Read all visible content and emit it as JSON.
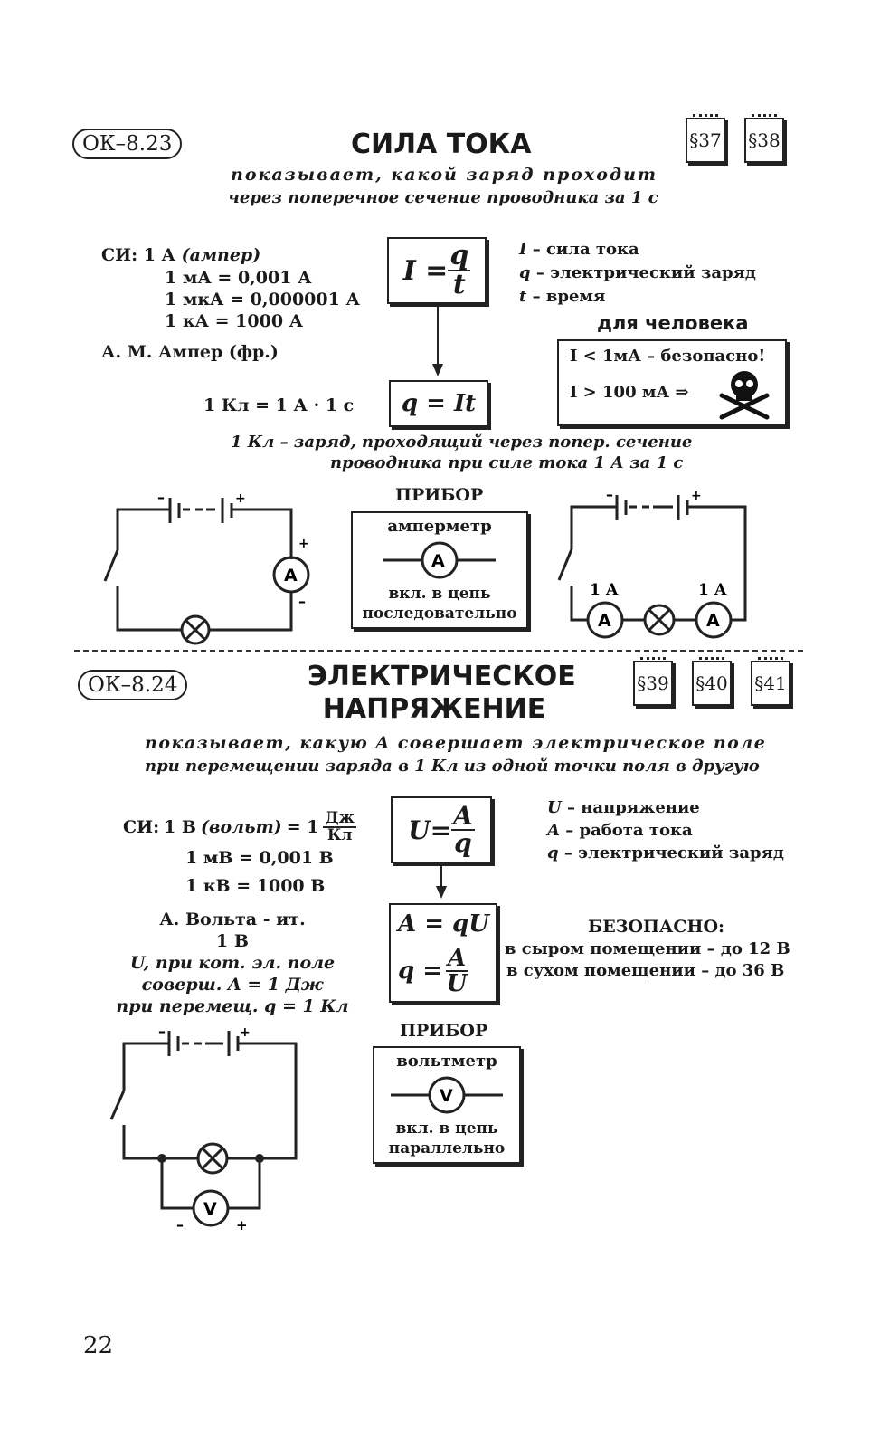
{
  "s1": {
    "code": "ОК–8.23",
    "title": "СИЛА ТОКА",
    "paragraphs": [
      "§37",
      "§38"
    ],
    "def_line1": "показывает, какой заряд проходит",
    "def_line2": "через поперечное сечение проводника за 1 с",
    "si_label": "СИ:",
    "si_unit": "1 А",
    "si_unit_name": "(ампер)",
    "conv": [
      "1 мА = 0,001 А",
      "1 мкА = 0,000001 А",
      "1 кА = 1000 А"
    ],
    "scientist": "А. М. Ампер (фр.)",
    "f_lhs": "I =",
    "f_num": "q",
    "f_den": "t",
    "legend": [
      {
        "sym": "I",
        "desc": "– сила тока"
      },
      {
        "sym": "q",
        "desc": "– электрический заряд"
      },
      {
        "sym": "t",
        "desc": "– время"
      }
    ],
    "human_label": "для человека",
    "safe_line": "I < 1мА – безопасно!",
    "danger_line": "I > 100 мА ⇒",
    "coulomb_eq": "1 Кл = 1 А · 1 с",
    "f2": "q = It",
    "coulomb_def1": "1 Кл – заряд, проходящий через попер. сечение",
    "coulomb_def2": "проводника при силе тока 1 А за 1 с",
    "device_title": "ПРИБОР",
    "device_name": "амперметр",
    "device_symbol": "A",
    "device_conn1": "вкл. в цепь",
    "device_conn2": "последовательно",
    "ammeter_reading_1": "1 А",
    "ammeter_reading_2": "1 А"
  },
  "s2": {
    "code": "ОК–8.24",
    "title_line1": "ЭЛЕКТРИЧЕСКОЕ",
    "title_line2": "НАПРЯЖЕНИЕ",
    "paragraphs": [
      "§39",
      "§40",
      "§41"
    ],
    "def_line1": "показывает, какую A совершает электрическое поле",
    "def_line2": "при перемещении заряда в 1 Кл из одной точки поля в другую",
    "si_label": "СИ:",
    "si_unit": "1 В",
    "si_unit_name": "(вольт)",
    "si_eq": "= 1",
    "si_num": "Дж",
    "si_den": "Кл",
    "conv": [
      "1 мВ = 0,001 В",
      "1 кВ = 1000 В"
    ],
    "scientist": "А. Вольта - ит.",
    "volt_def": [
      "1 В",
      "U, при кот. эл. поле",
      "соверш. A = 1 Дж",
      "при перемещ. q = 1 Кл"
    ],
    "f_lhs": "U=",
    "f_num": "A",
    "f_den": "q",
    "legend": [
      {
        "sym": "U",
        "desc": "– напряжение"
      },
      {
        "sym": "A",
        "desc": "– работа тока"
      },
      {
        "sym": "q",
        "desc": "– электрический заряд"
      }
    ],
    "f2_line1": "A = qU",
    "f2_lhs": "q =",
    "f2_num": "A",
    "f2_den": "U",
    "safe_title": "БЕЗОПАСНО:",
    "safe_damp": "в сыром помещении – до 12 В",
    "safe_dry": "в сухом помещении – до 36 В",
    "device_title": "ПРИБОР",
    "device_name": "вольтметр",
    "device_symbol": "V",
    "device_conn1": "вкл. в цепь",
    "device_conn2": "параллельно"
  },
  "page_number": "22"
}
